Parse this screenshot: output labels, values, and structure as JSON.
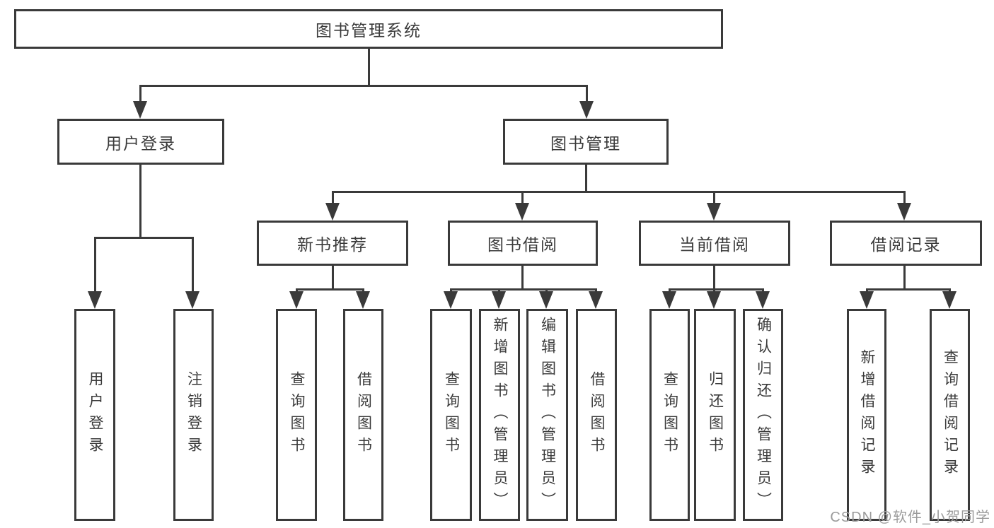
{
  "diagram": {
    "title": "图书管理系统",
    "level2": {
      "user_login": "用户登录",
      "book_management": "图书管理"
    },
    "level3": {
      "new_book_recommend": "新书推荐",
      "book_borrowing": "图书借阅",
      "current_borrowing": "当前借阅",
      "borrowing_records": "借阅记录"
    },
    "leaves": {
      "user_login": "用户登录",
      "logout": "注销登录",
      "rec_query_books": "查询图书",
      "rec_borrow_books": "借阅图书",
      "bb_query_books": "查询图书",
      "bb_add_books": "新增图书（管理员）",
      "bb_edit_books": "编辑图书（管理员）",
      "bb_borrow_books": "借阅图书",
      "cb_query_books": "查询图书",
      "cb_return_books": "归还图书",
      "cb_confirm_return": "确认归还（管理员）",
      "br_add_record": "新增借阅记录",
      "br_query_record": "查询借阅记录"
    }
  },
  "watermark": "CSDN @软件_小贺同学",
  "colors": {
    "line": "#3a3a3a",
    "text": "#3a3a3a",
    "watermark_text": "#9b9b9b",
    "background": "#ffffff"
  }
}
